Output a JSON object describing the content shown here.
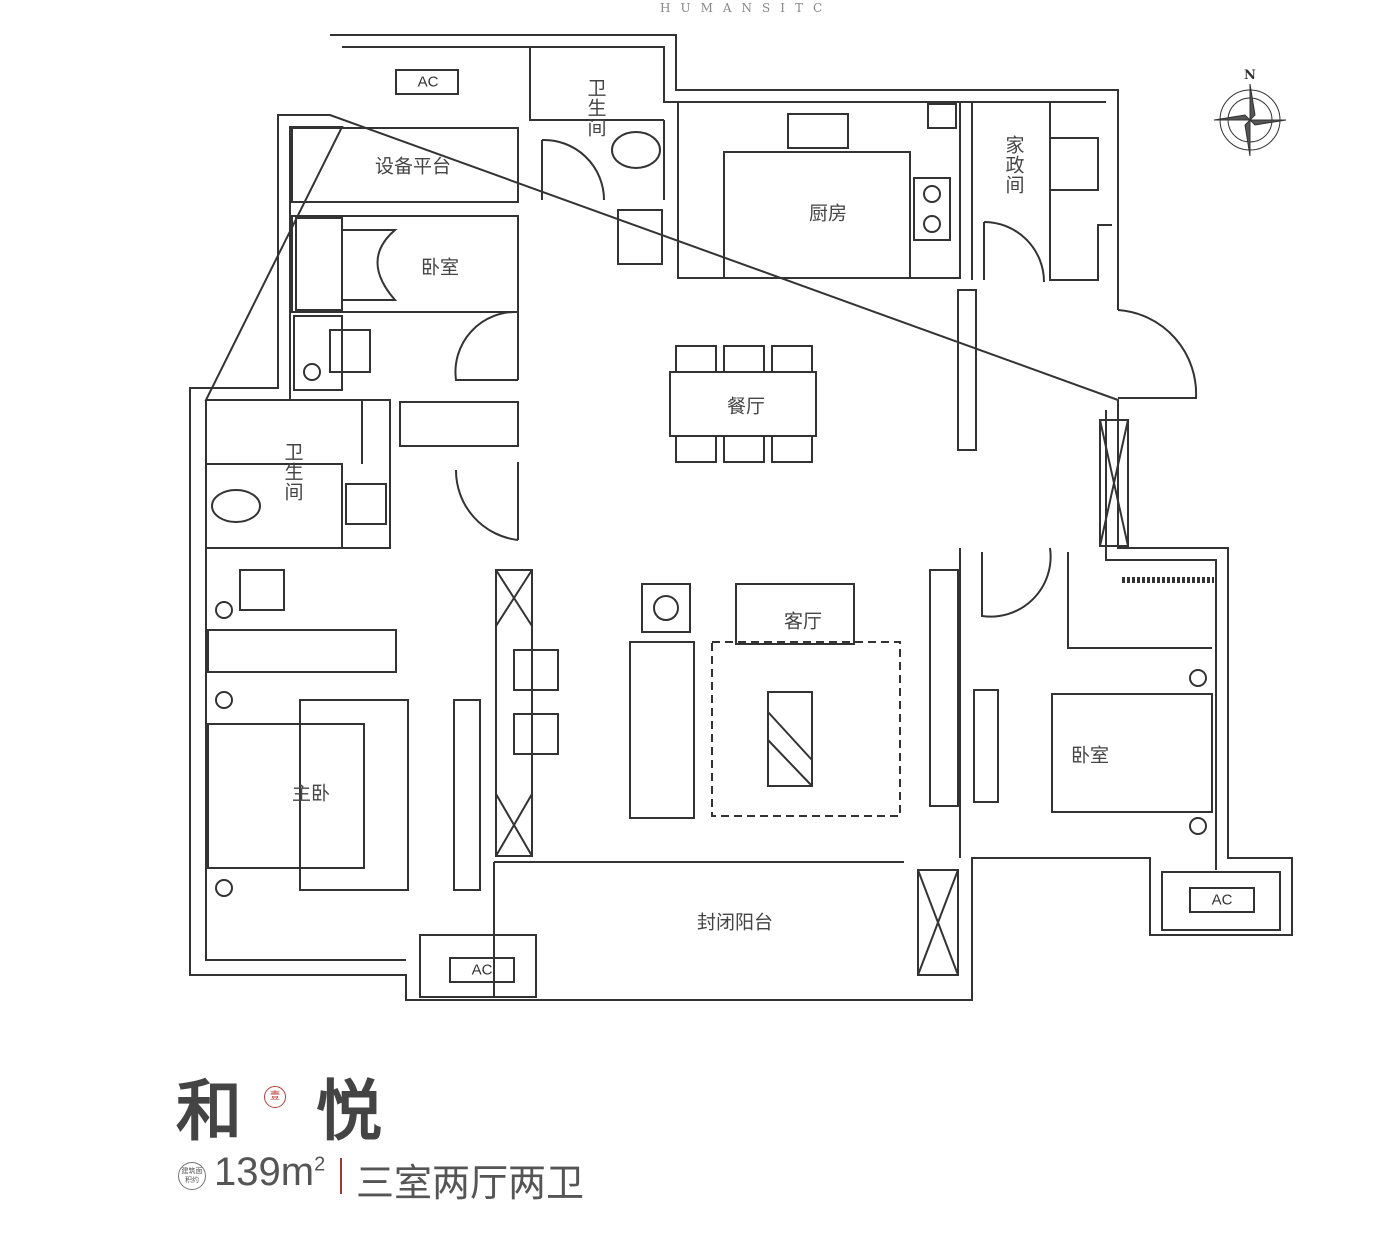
{
  "header": {
    "brand_word": "HUMANSITC",
    "compass_label": "N"
  },
  "rooms": {
    "bath_top": "卫生间",
    "equipment_platform": "设备平台",
    "bedroom_nw": "卧室",
    "kitchen": "厨房",
    "utility_room": "家政间",
    "dining": "餐厅",
    "bath_left": "卫生间",
    "living": "客厅",
    "master_bedroom": "主卧",
    "bedroom_east": "卧室",
    "enclosed_balcony": "封闭阳台"
  },
  "ac_labels": [
    "AC",
    "AC",
    "AC"
  ],
  "footer": {
    "name_part1": "和",
    "seal_text": "壹",
    "name_part2": "悦",
    "area_badge": "建筑面积约",
    "area_value": "139m",
    "area_unit_sup": "2",
    "layout": "三室两厅两卫"
  }
}
